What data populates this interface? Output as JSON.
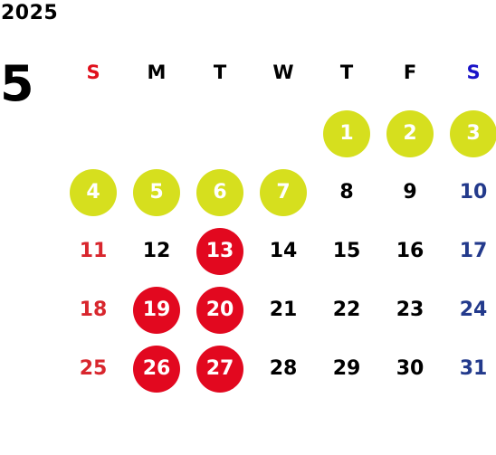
{
  "year": "2025",
  "month": "5",
  "weekdays": [
    "S",
    "M",
    "T",
    "W",
    "T",
    "F",
    "S"
  ],
  "first_weekday_index": 4,
  "days": [
    {
      "label": "1",
      "highlight": "yellow"
    },
    {
      "label": "2",
      "highlight": "yellow"
    },
    {
      "label": "3",
      "highlight": "yellow"
    },
    {
      "label": "4",
      "highlight": "yellow"
    },
    {
      "label": "5",
      "highlight": "yellow"
    },
    {
      "label": "6",
      "highlight": "yellow"
    },
    {
      "label": "7",
      "highlight": "yellow"
    },
    {
      "label": "8",
      "highlight": null
    },
    {
      "label": "9",
      "highlight": null
    },
    {
      "label": "10",
      "highlight": null
    },
    {
      "label": "11",
      "highlight": null
    },
    {
      "label": "12",
      "highlight": null
    },
    {
      "label": "13",
      "highlight": "red"
    },
    {
      "label": "14",
      "highlight": null
    },
    {
      "label": "15",
      "highlight": null
    },
    {
      "label": "16",
      "highlight": null
    },
    {
      "label": "17",
      "highlight": null
    },
    {
      "label": "18",
      "highlight": null
    },
    {
      "label": "19",
      "highlight": "red"
    },
    {
      "label": "20",
      "highlight": "red"
    },
    {
      "label": "21",
      "highlight": null
    },
    {
      "label": "22",
      "highlight": null
    },
    {
      "label": "23",
      "highlight": null
    },
    {
      "label": "24",
      "highlight": null
    },
    {
      "label": "25",
      "highlight": null
    },
    {
      "label": "26",
      "highlight": "red"
    },
    {
      "label": "27",
      "highlight": "red"
    },
    {
      "label": "28",
      "highlight": null
    },
    {
      "label": "29",
      "highlight": null
    },
    {
      "label": "30",
      "highlight": null
    },
    {
      "label": "31",
      "highlight": null
    }
  ],
  "colors": {
    "highlight_yellow": "#d6df1e",
    "highlight_red": "#e2081f",
    "sunday_header": "#e0101c",
    "saturday_header": "#1a14c8",
    "sunday_text": "#d8262d",
    "saturday_text": "#233a8c",
    "default_text": "#000000"
  }
}
